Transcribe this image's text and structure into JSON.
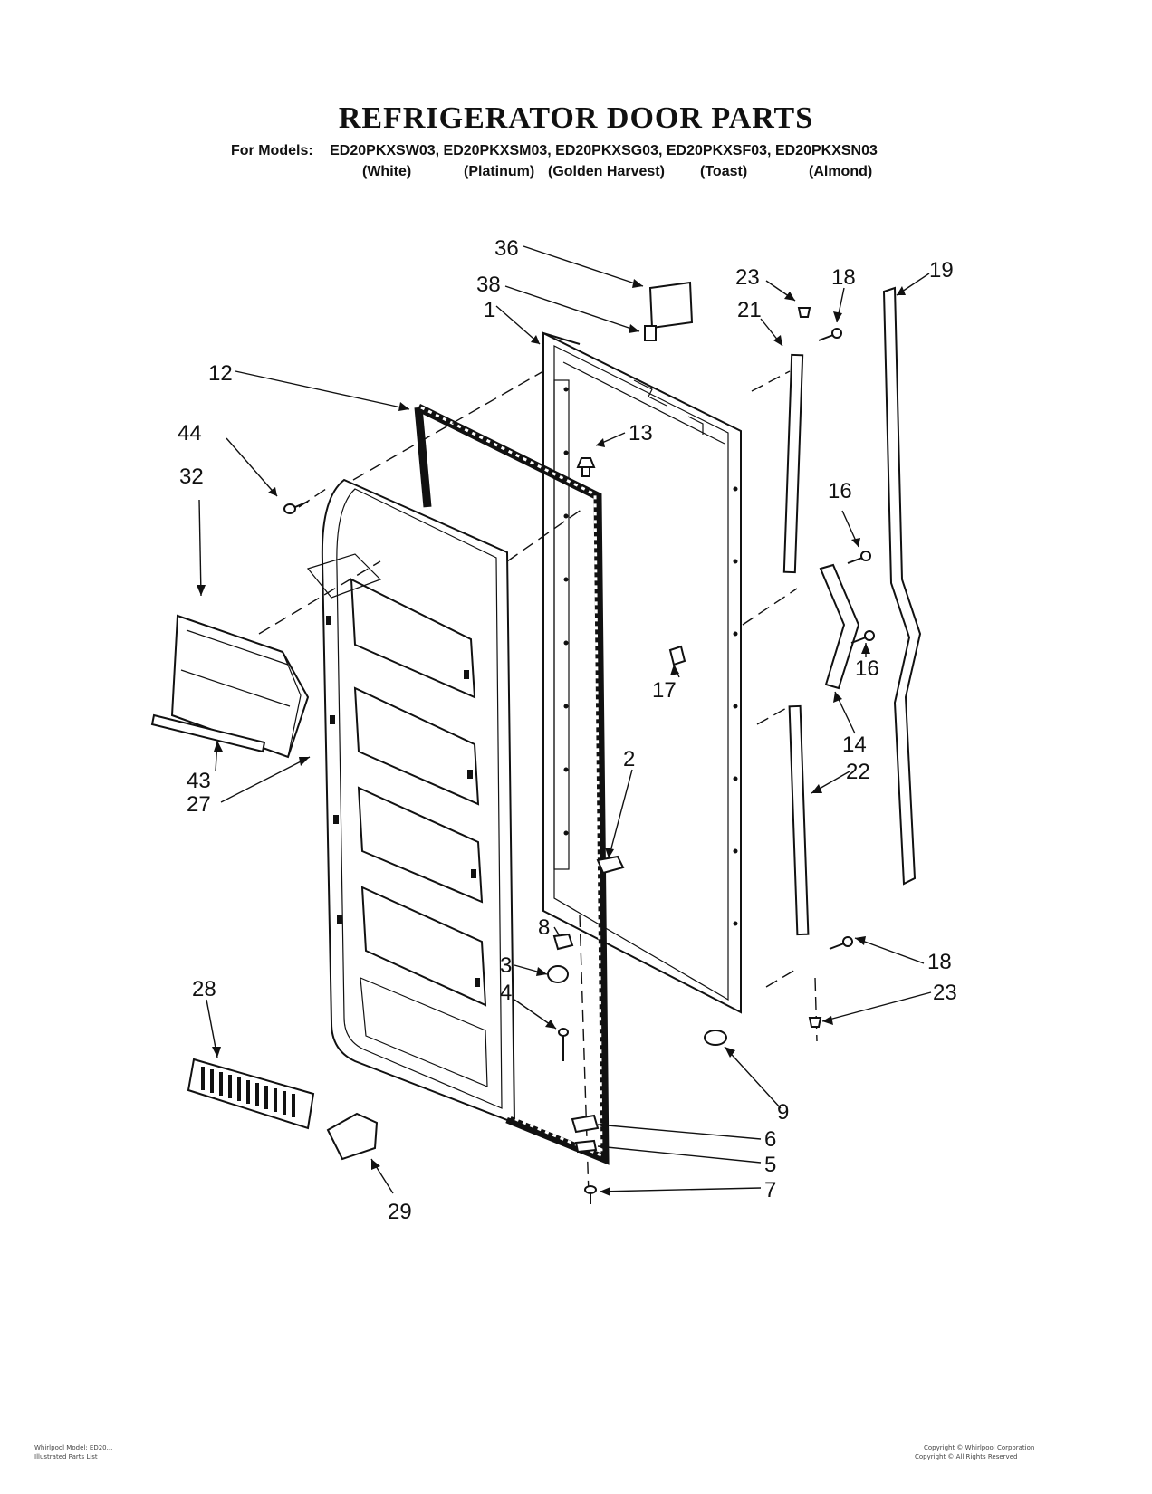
{
  "header": {
    "title": "REFRIGERATOR DOOR PARTS",
    "models_prefix": "For Models:",
    "models": [
      "ED20PKXSW03,",
      "ED20PKXSM03,",
      "ED20PKXSG03,",
      "ED20PKXSF03,",
      "ED20PKXSN03"
    ],
    "colors": [
      "(White)",
      "(Platinum)",
      "(Golden Harvest)",
      "(Toast)",
      "(Almond)"
    ]
  },
  "callouts": {
    "c36": "36",
    "c38": "38",
    "c1": "1",
    "c12": "12",
    "c13": "13",
    "c44": "44",
    "c32": "32",
    "c23a": "23",
    "c18a": "18",
    "c21": "21",
    "c19": "19",
    "c16a": "16",
    "c16b": "16",
    "c17": "17",
    "c14": "14",
    "c22": "22",
    "c2": "2",
    "c43": "43",
    "c27": "27",
    "c8": "8",
    "c3": "3",
    "c4": "4",
    "c18b": "18",
    "c23b": "23",
    "c28": "28",
    "c9": "9",
    "c6": "6",
    "c5": "5",
    "c7": "7",
    "c29": "29"
  },
  "footer": {
    "left_line1": "Whirlpool Model: ED20...",
    "left_line2": "Illustrated Parts List",
    "right_line1": "Copyright © Whirlpool Corporation",
    "right_line2": "Copyright © All Rights Reserved"
  }
}
